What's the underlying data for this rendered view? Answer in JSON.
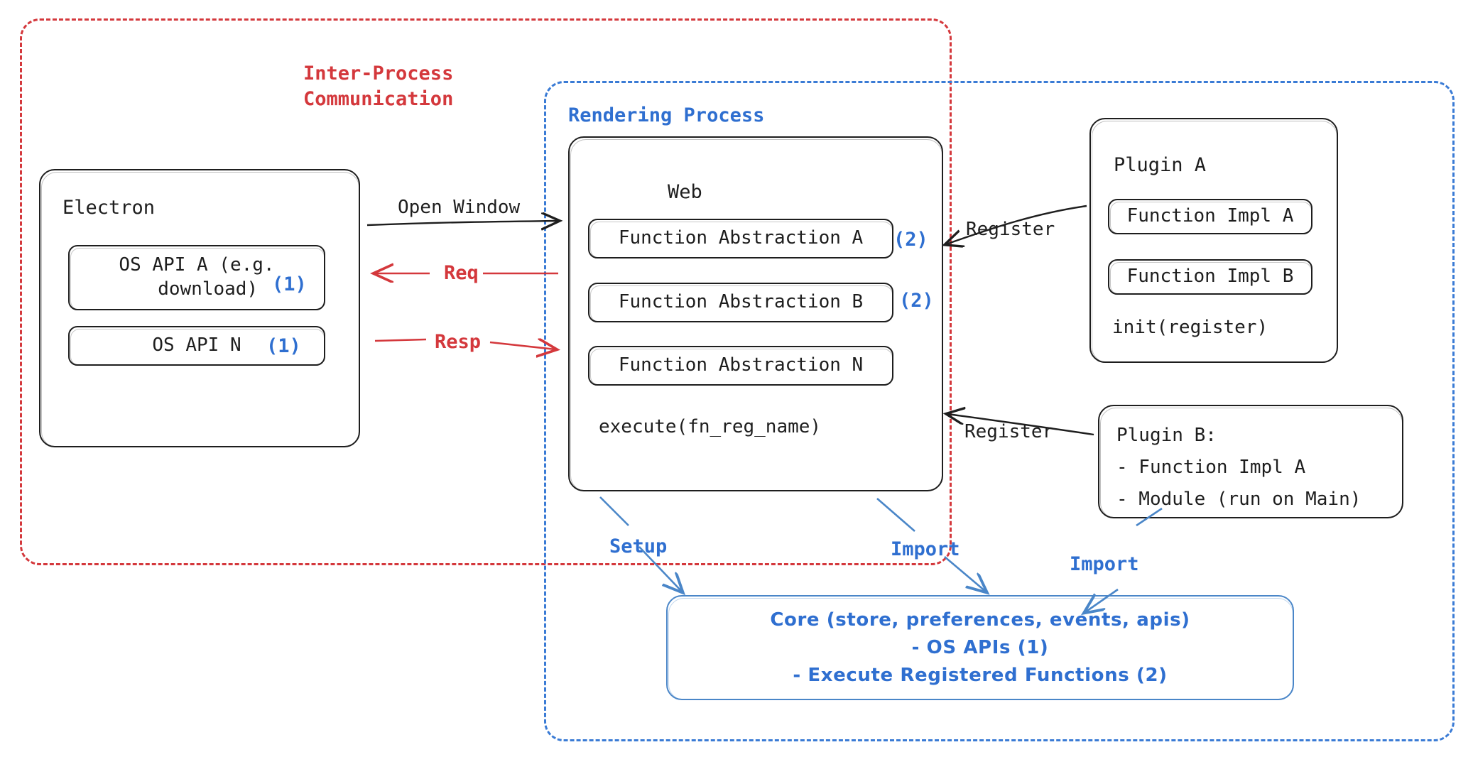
{
  "diagram": {
    "title": "Electron plugin architecture",
    "colors": {
      "ipc_red": "#d4383c",
      "render_blue": "#3a7bd5",
      "marker_blue": "#2f6fd0",
      "core_blue": "#4a86c8",
      "ink": "#1e1e1e"
    }
  },
  "regions": {
    "ipc": {
      "label": "Inter-Process\nCommunication"
    },
    "rendering": {
      "label": "Rendering Process"
    }
  },
  "electron": {
    "title": "Electron",
    "apis": [
      {
        "label": "OS API A (e.g.\n  download)",
        "marker": "(1)"
      },
      {
        "label": "OS API N",
        "marker": "(1)"
      }
    ]
  },
  "web": {
    "title": "Web",
    "abstractions": [
      {
        "label": "Function Abstraction A",
        "marker": "(2)"
      },
      {
        "label": "Function Abstraction B",
        "marker": "(2)"
      },
      {
        "label": "Function Abstraction N",
        "marker": ""
      }
    ],
    "footer": "execute(fn_reg_name)"
  },
  "plugin_a": {
    "title": "Plugin A",
    "items": [
      "Function Impl A",
      "Function Impl B"
    ],
    "footer": "init(register)"
  },
  "plugin_b": {
    "lines": [
      "Plugin B:",
      "- Function Impl A",
      "- Module (run on Main)"
    ]
  },
  "core": {
    "lines": [
      "Core (store, preferences, events, apis)",
      "- OS APIs (1)",
      "- Execute Registered Functions (2)"
    ]
  },
  "arrows": {
    "open_window": "Open Window",
    "req": "Req",
    "resp": "Resp",
    "register_top": "Register",
    "register_bottom": "Register",
    "setup": "Setup",
    "import_web": "Import",
    "import_plugin": "Import"
  }
}
